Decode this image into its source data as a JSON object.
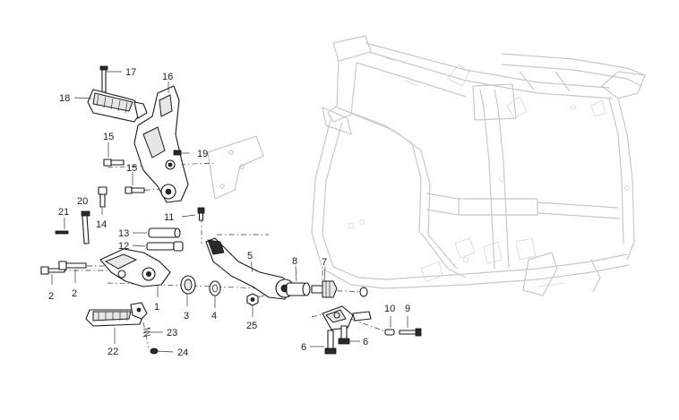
{
  "callouts": [
    {
      "id": "c17",
      "text": "17"
    },
    {
      "id": "c18",
      "text": "18"
    },
    {
      "id": "c16",
      "text": "16"
    },
    {
      "id": "c15a",
      "text": "15"
    },
    {
      "id": "c19",
      "text": "19"
    },
    {
      "id": "c15b",
      "text": "15"
    },
    {
      "id": "c20",
      "text": "20"
    },
    {
      "id": "c14",
      "text": "14"
    },
    {
      "id": "c21",
      "text": "21"
    },
    {
      "id": "c11",
      "text": "11"
    },
    {
      "id": "c13",
      "text": "13"
    },
    {
      "id": "c12",
      "text": "12"
    },
    {
      "id": "c5",
      "text": "5"
    },
    {
      "id": "c8",
      "text": "8"
    },
    {
      "id": "c7",
      "text": "7"
    },
    {
      "id": "c2a",
      "text": "2"
    },
    {
      "id": "c2b",
      "text": "2"
    },
    {
      "id": "c1",
      "text": "1"
    },
    {
      "id": "c3",
      "text": "3"
    },
    {
      "id": "c4",
      "text": "4"
    },
    {
      "id": "c25",
      "text": "25"
    },
    {
      "id": "c10",
      "text": "10"
    },
    {
      "id": "c9",
      "text": "9"
    },
    {
      "id": "c23",
      "text": "23"
    },
    {
      "id": "c22",
      "text": "22"
    },
    {
      "id": "c24",
      "text": "24"
    },
    {
      "id": "c6a",
      "text": "6"
    },
    {
      "id": "c6b",
      "text": "6"
    }
  ]
}
